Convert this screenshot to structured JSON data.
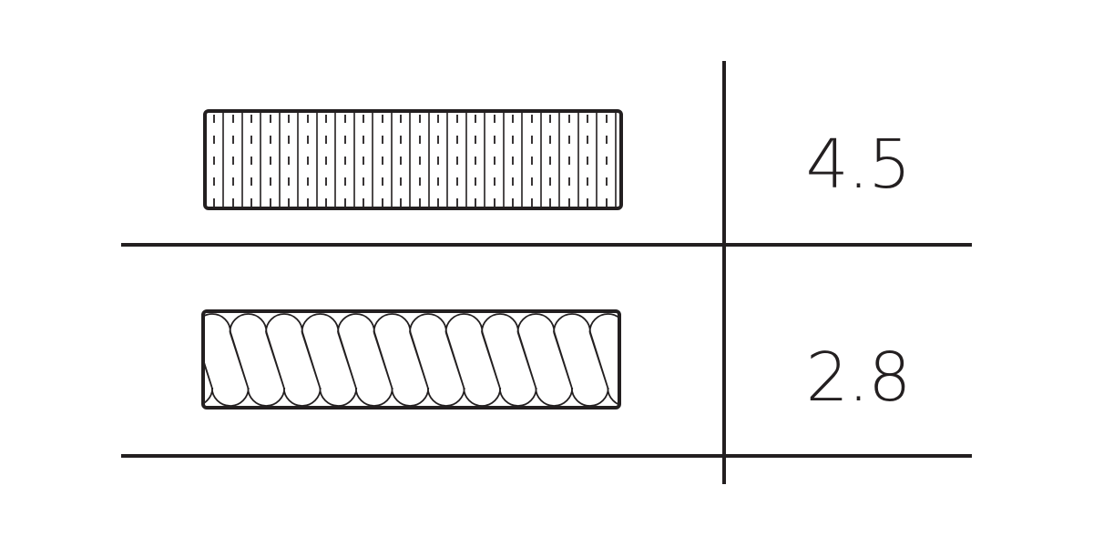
{
  "diagram": {
    "type": "material comparison table",
    "rows": [
      {
        "material_icon": "rigid-foam-board-icon",
        "pattern": "vertical lines with dashes",
        "value": "4.5"
      },
      {
        "material_icon": "batt-insulation-icon",
        "pattern": "looped teardrop squiggle",
        "value": "2.8"
      }
    ],
    "colors": {
      "stroke": "#231f20",
      "background": "#ffffff"
    }
  }
}
